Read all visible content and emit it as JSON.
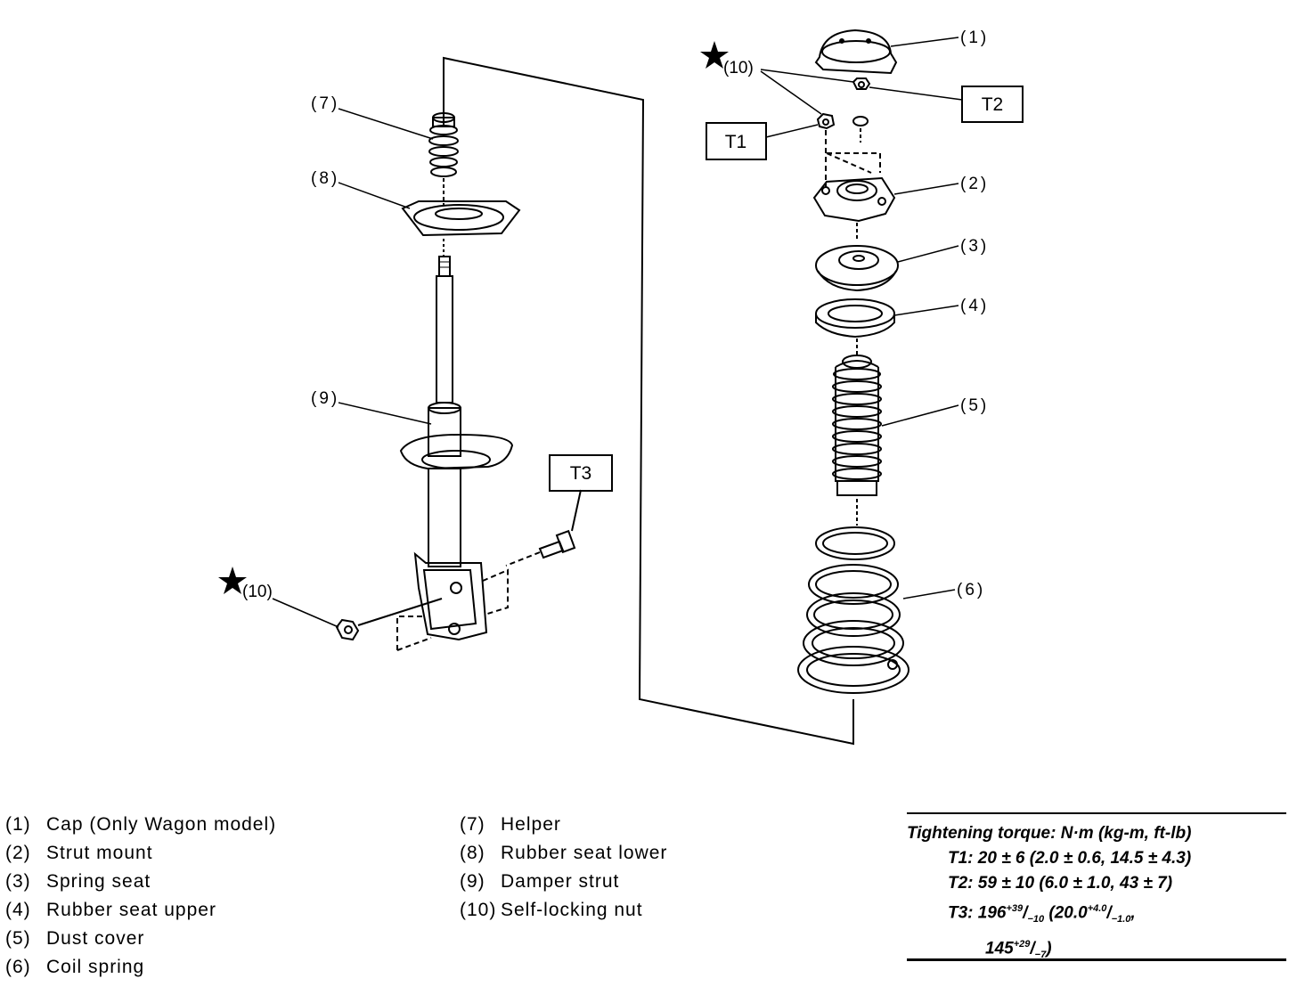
{
  "callouts": {
    "c1": "(1)",
    "c2": "(2)",
    "c3": "(3)",
    "c4": "(4)",
    "c5": "(5)",
    "c6": "(6)",
    "c7": "(7)",
    "c8": "(8)",
    "c9": "(9)",
    "c10_left": "(10)",
    "c10_right": "(10)"
  },
  "torque_boxes": {
    "t1": "T1",
    "t2": "T2",
    "t3": "T3"
  },
  "legend": {
    "left": [
      {
        "num": "(1)",
        "label": "Cap (Only Wagon model)"
      },
      {
        "num": "(2)",
        "label": "Strut mount"
      },
      {
        "num": "(3)",
        "label": "Spring seat"
      },
      {
        "num": "(4)",
        "label": "Rubber seat upper"
      },
      {
        "num": "(5)",
        "label": "Dust cover"
      },
      {
        "num": "(6)",
        "label": "Coil spring"
      }
    ],
    "mid": [
      {
        "num": "(7)",
        "label": "Helper"
      },
      {
        "num": "(8)",
        "label": "Rubber seat lower"
      },
      {
        "num": "(9)",
        "label": "Damper strut"
      },
      {
        "num": "(10)",
        "label": "Self-locking nut"
      }
    ]
  },
  "torque_spec": {
    "title": "Tightening torque: N·m (kg-m, ft-lb)",
    "t1": {
      "label": "T1:",
      "value": "20 ± 6 (2.0 ± 0.6, 14.5 ± 4.3)"
    },
    "t2": {
      "label": "T2:",
      "value": "59 ± 10 (6.0 ± 1.0, 43 ± 7)"
    },
    "t3": {
      "label": "T3:",
      "base1": "196",
      "sup1": "+39",
      "sub1": "−10",
      "base2": " (20.0",
      "sup2": "+4.0",
      "sub2": "−1.0",
      "tail2": ",",
      "base3": "145",
      "sup3": "+29",
      "sub3": "−7",
      "tail3": ")"
    }
  }
}
